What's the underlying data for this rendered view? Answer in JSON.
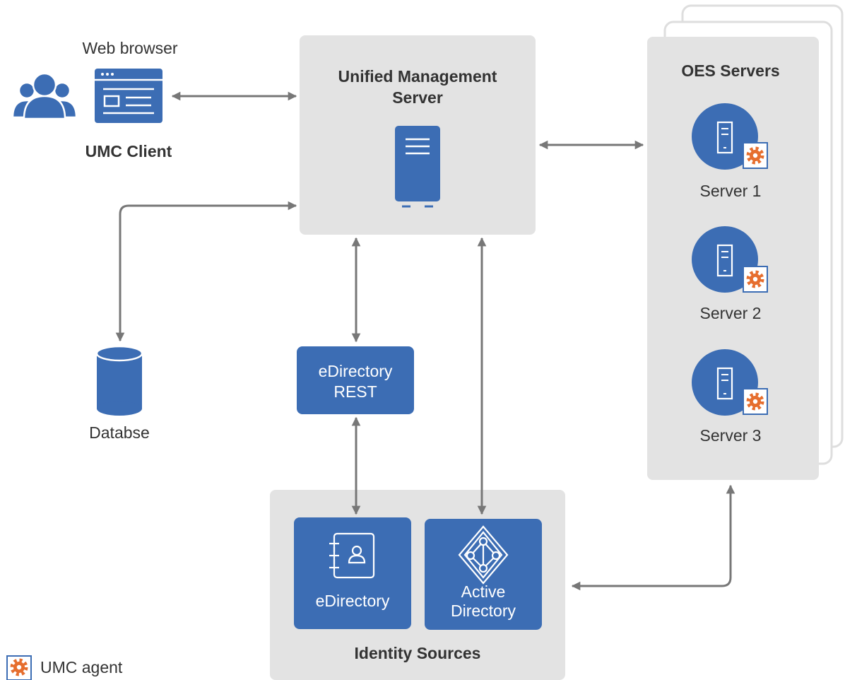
{
  "client": {
    "browser_label": "Web browser",
    "name": "UMC Client"
  },
  "ums": {
    "title_line1": "Unified Management",
    "title_line2": "Server"
  },
  "database": {
    "label": "Databse"
  },
  "edir_rest": {
    "line1": "eDirectory",
    "line2": "REST"
  },
  "oes": {
    "title": "OES Servers",
    "servers": [
      {
        "label": "Server 1"
      },
      {
        "label": "Server 2"
      },
      {
        "label": "Server 3"
      }
    ]
  },
  "identity": {
    "title": "Identity Sources",
    "edirectory": "eDirectory",
    "ad_line1": "Active",
    "ad_line2": "Directory"
  },
  "legend": {
    "agent_label": "UMC agent"
  },
  "colors": {
    "blue": "#3c6db4",
    "panel": "#e3e3e3",
    "arrow": "#777777",
    "agent_orange": "#e66e2e"
  }
}
